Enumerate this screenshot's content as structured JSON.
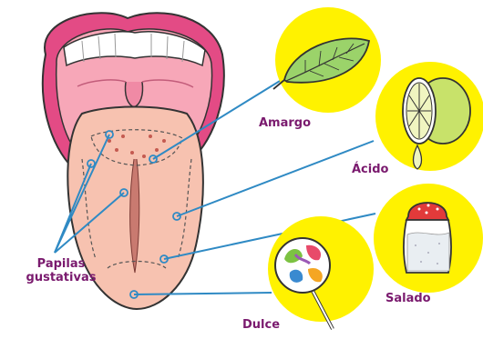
{
  "labels": {
    "amargo": "Amargo",
    "acido": "Ácido",
    "salado": "Salado",
    "dulce": "Dulce",
    "papilas_line1": "Papilas",
    "papilas_line2": "gustativas"
  },
  "icons": {
    "amargo": "leaf-icon",
    "acido": "lemon-icon",
    "salado": "salt-shaker-icon",
    "dulce": "lollipop-icon"
  },
  "colors": {
    "label_text": "#7a1a6e",
    "connector_line": "#2f8ac4",
    "circle_fill": "#fff200",
    "lip": "#e34b85",
    "mouth_interior": "#f7a7b8",
    "tongue": "#f7c2b0",
    "leaf": "#9bd36a",
    "lemon": "#c8e26a"
  }
}
